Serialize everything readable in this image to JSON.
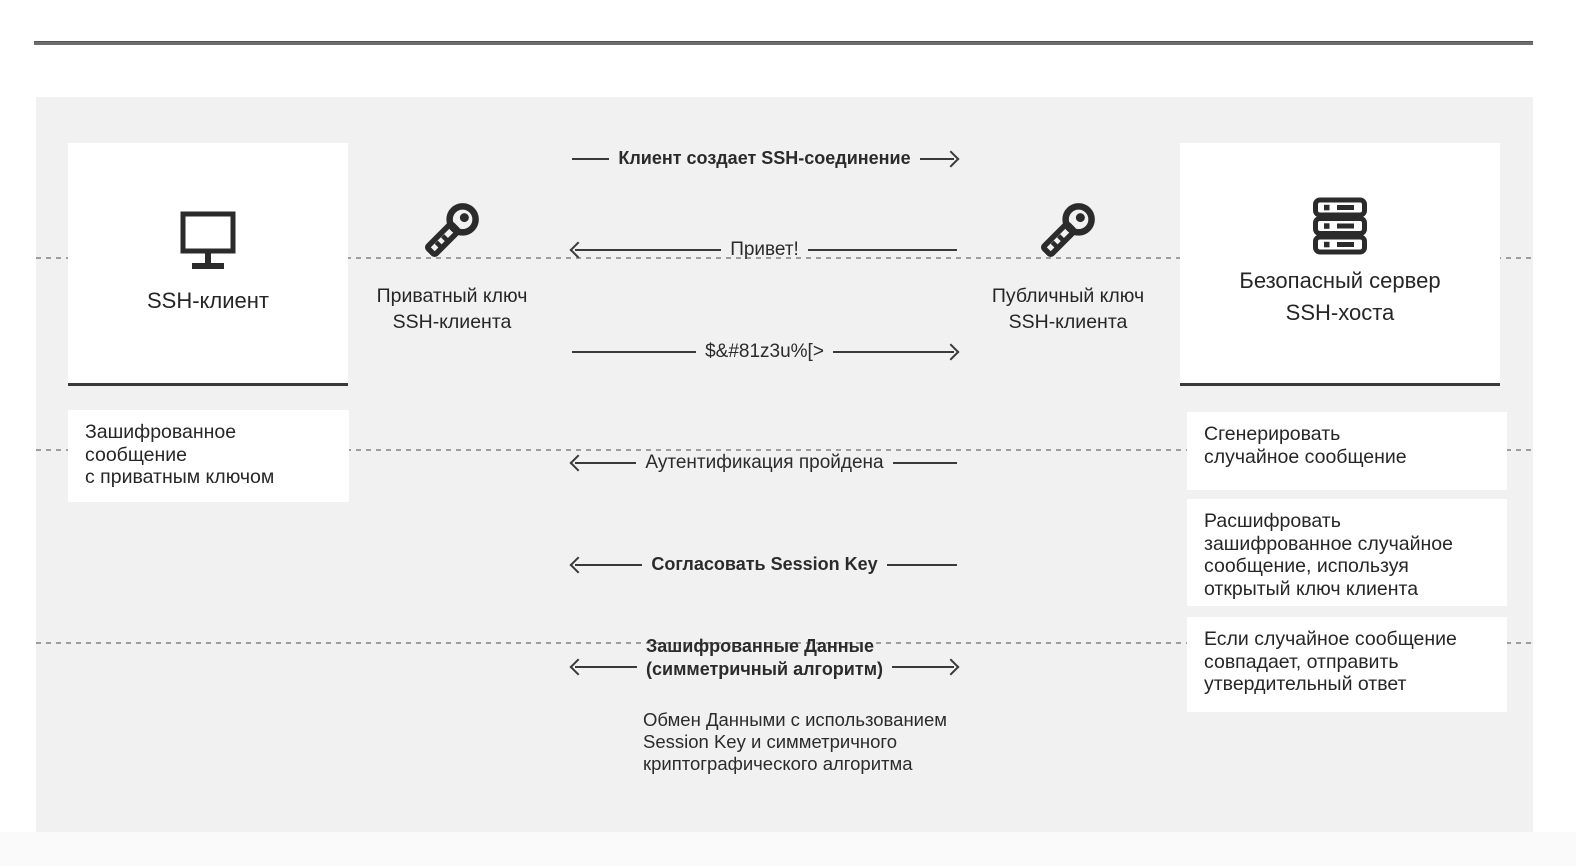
{
  "client": {
    "title": "SSH-клиент"
  },
  "client_private_key": {
    "line1": "Приватный ключ",
    "line2": "SSH-клиента"
  },
  "client_public_key": {
    "line1": "Публичный ключ",
    "line2": "SSH-клиента"
  },
  "server": {
    "line1": "Безопасный сервер",
    "line2": "SSH-хоста"
  },
  "client_note": {
    "lines": [
      "Зашифрованное",
      "сообщение",
      "с приватным ключом"
    ]
  },
  "server_notes": [
    {
      "lines": [
        "Сгенерировать",
        "случайное сообщение"
      ]
    },
    {
      "lines": [
        "Расшифровать",
        "зашифрованное случайное",
        "сообщение, используя",
        "открытый ключ клиента"
      ]
    },
    {
      "lines": [
        "Если случайное сообщение",
        "совпадает, отправить",
        "утвердительный ответ"
      ]
    }
  ],
  "messages": [
    {
      "text": "Клиент создает SSH-соединение",
      "direction": "right",
      "bold": true
    },
    {
      "text": "Привет!",
      "direction": "left",
      "bold": false
    },
    {
      "text": "$&#81z3u%[>",
      "direction": "right",
      "bold": false
    },
    {
      "text": "Аутентификация пройдена",
      "direction": "left",
      "bold": false
    },
    {
      "text": "Согласовать Session Key",
      "direction": "left",
      "bold": true
    },
    {
      "line1": "Зашифрованные Данные",
      "line2": "(симметричный алгоритм)",
      "direction": "both",
      "bold": true
    }
  ],
  "exchange_note": {
    "lines": [
      "Обмен Данными с использованием",
      "Session Key и симметричного",
      "криптографического алгоритма"
    ]
  },
  "colors": {
    "panel_bg": "#f1f1f1",
    "box_bg": "#ffffff",
    "line_dark": "#3a3a3a",
    "dash_gray": "#9e9e9e",
    "text": "#2b2b2b",
    "top_rule": "#6d6d6d",
    "bottom_strip": "#fafafa"
  }
}
